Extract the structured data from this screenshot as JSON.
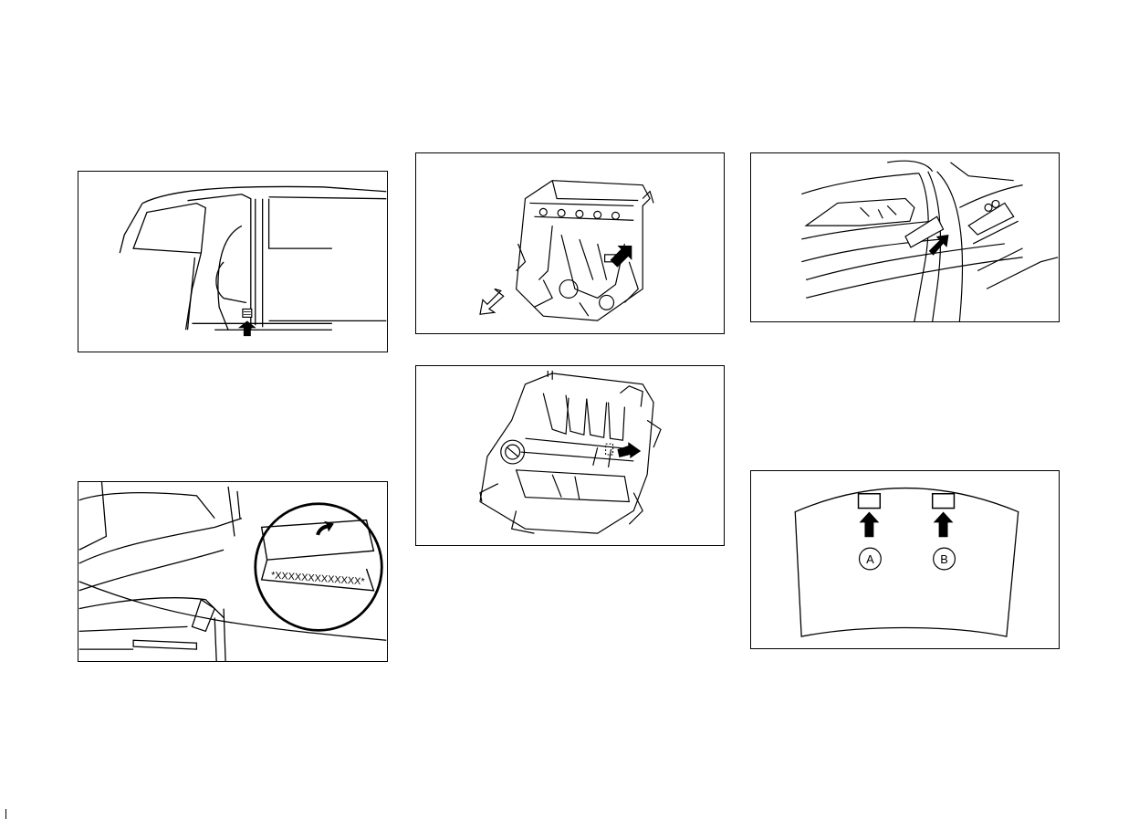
{
  "page": {
    "figures": [
      {
        "name": "vin-plate-door-pillar"
      },
      {
        "name": "chassis-number-under-seat",
        "label_text": "*XXXXXXXXXXXXX*"
      },
      {
        "name": "engine-serial-number-4cyl"
      },
      {
        "name": "engine-serial-number-v6"
      },
      {
        "name": "certification-label-door-pillar"
      },
      {
        "name": "hood-labels",
        "callouts": [
          "A",
          "B"
        ]
      }
    ]
  }
}
